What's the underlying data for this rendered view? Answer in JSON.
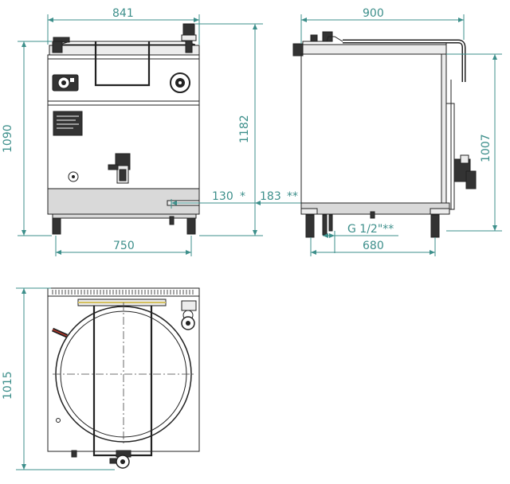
{
  "title": "Boiling pan technical drawing",
  "dimensions": {
    "front_width": "841",
    "front_height": "1090",
    "overall_height": "1182",
    "feet_width": "750",
    "drain_offset": "130",
    "drain_offset_mark": "*",
    "water_offset": "183",
    "water_offset_mark": "**",
    "side_depth": "900",
    "side_height": "1007",
    "side_feet": "680",
    "water_inlet": "G 1/2\"**",
    "top_depth": "1015"
  },
  "colors": {
    "dimension": "#3d8f8b",
    "line": "#222222",
    "panel": "#d9d9d9"
  }
}
